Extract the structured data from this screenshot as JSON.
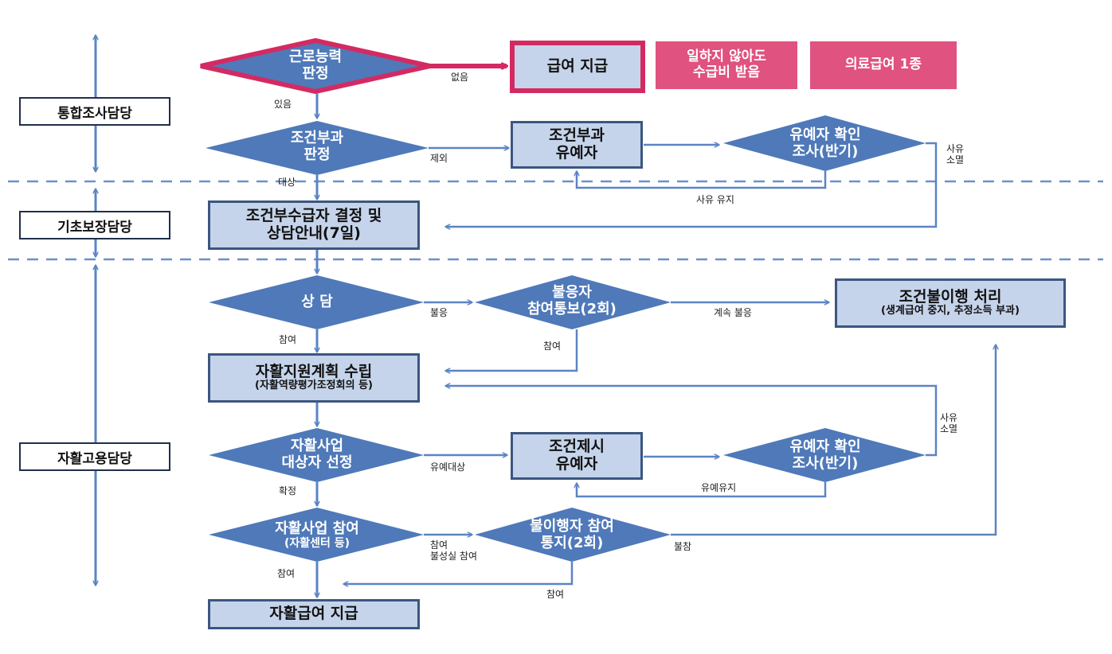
{
  "roles": {
    "integrated": "통합조사담당",
    "basic": "기초보장담당",
    "selfsupport": "자활고용담당"
  },
  "nodes": {
    "work_ability": [
      "근로능력",
      "판정"
    ],
    "benefit_pay": "급여 지급",
    "no_work": [
      "일하지 않아도",
      "수급비 받음"
    ],
    "medical": "의료급여 1종",
    "condition_judge": [
      "조건부과",
      "판정"
    ],
    "condition_deferred": [
      "조건부과",
      "유예자"
    ],
    "deferred_check_1": [
      "유예자 확인",
      "조사(반기)"
    ],
    "conditional_decision": [
      "조건부수급자 결정 및",
      "상담안내(7일)"
    ],
    "counsel": "상 담",
    "non_response_notice": [
      "불응자",
      "참여통보(2회)"
    ],
    "noncompliance": {
      "main": "조건불이행 처리",
      "sub": "(생계급여 중지, 추정소득 부과)"
    },
    "plan": {
      "main": "자활지원계획 수립",
      "sub": "(자활역량평가조정회의 등)"
    },
    "select_target": [
      "자활사업",
      "대상자 선정"
    ],
    "presented_deferred": [
      "조건제시",
      "유예자"
    ],
    "deferred_check_2": [
      "유예자 확인",
      "조사(반기)"
    ],
    "participation": {
      "main": "자활사업 참여",
      "sub": "(자활센터 등)"
    },
    "noncompliant_notice": [
      "불이행자 참여",
      "통지(2회)"
    ],
    "self_benefit": "자활급여 지급"
  },
  "edge_labels": {
    "none": "없음",
    "yes": "있음",
    "exclude": "제외",
    "target": "대상",
    "reason_lost_1": [
      "사유",
      "소멸"
    ],
    "reason_kept": "사유 유지",
    "refuse": "불응",
    "continued_refusal": "계속 불응",
    "participate_1": "참여",
    "participate_2": "참여",
    "reason_lost_2": [
      "사유",
      "소멸"
    ],
    "deferred_target": "유예대상",
    "confirmed": "확정",
    "deferred_kept": "유예유지",
    "participate_insincere": [
      "참여",
      "불성실 참여"
    ],
    "nonparticipation": "불참",
    "participate_3": "참여",
    "participate_4": "참여"
  },
  "colors": {
    "diamond": "#4f79b9",
    "box_fill": "#c5d4ea",
    "box_border": "#3b5680",
    "arrow": "#5b84c4",
    "highlight": "#d42a62",
    "pink": "#e0527f",
    "dash": "#6f8fc9"
  }
}
